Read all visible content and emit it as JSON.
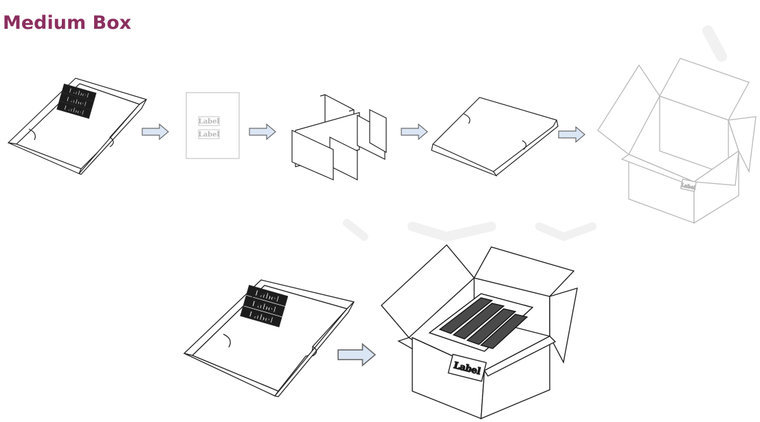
{
  "title": "Medium Box",
  "label_text": "Label",
  "colors": {
    "title": "#8b2f5f",
    "arrow_fill": "#dbe6f5",
    "arrow_stroke": "#6a6a6a",
    "line": "#222222",
    "faded_line": "#b8b8b8",
    "watermark": "#f1f1f1"
  },
  "steps": [
    {
      "id": "tray-with-labels",
      "labels": [
        "Label",
        "Label",
        "Label"
      ]
    },
    {
      "id": "label-sheet",
      "labels": [
        "Label",
        "Label"
      ]
    },
    {
      "id": "grid-divider"
    },
    {
      "id": "tray-lid"
    },
    {
      "id": "open-box",
      "labels": [
        "Label"
      ]
    }
  ],
  "bottom_row": [
    {
      "id": "tray-with-labels",
      "labels": [
        "Label",
        "Label",
        "Label"
      ]
    },
    {
      "id": "packed-box",
      "labels": [
        "Label"
      ]
    }
  ]
}
